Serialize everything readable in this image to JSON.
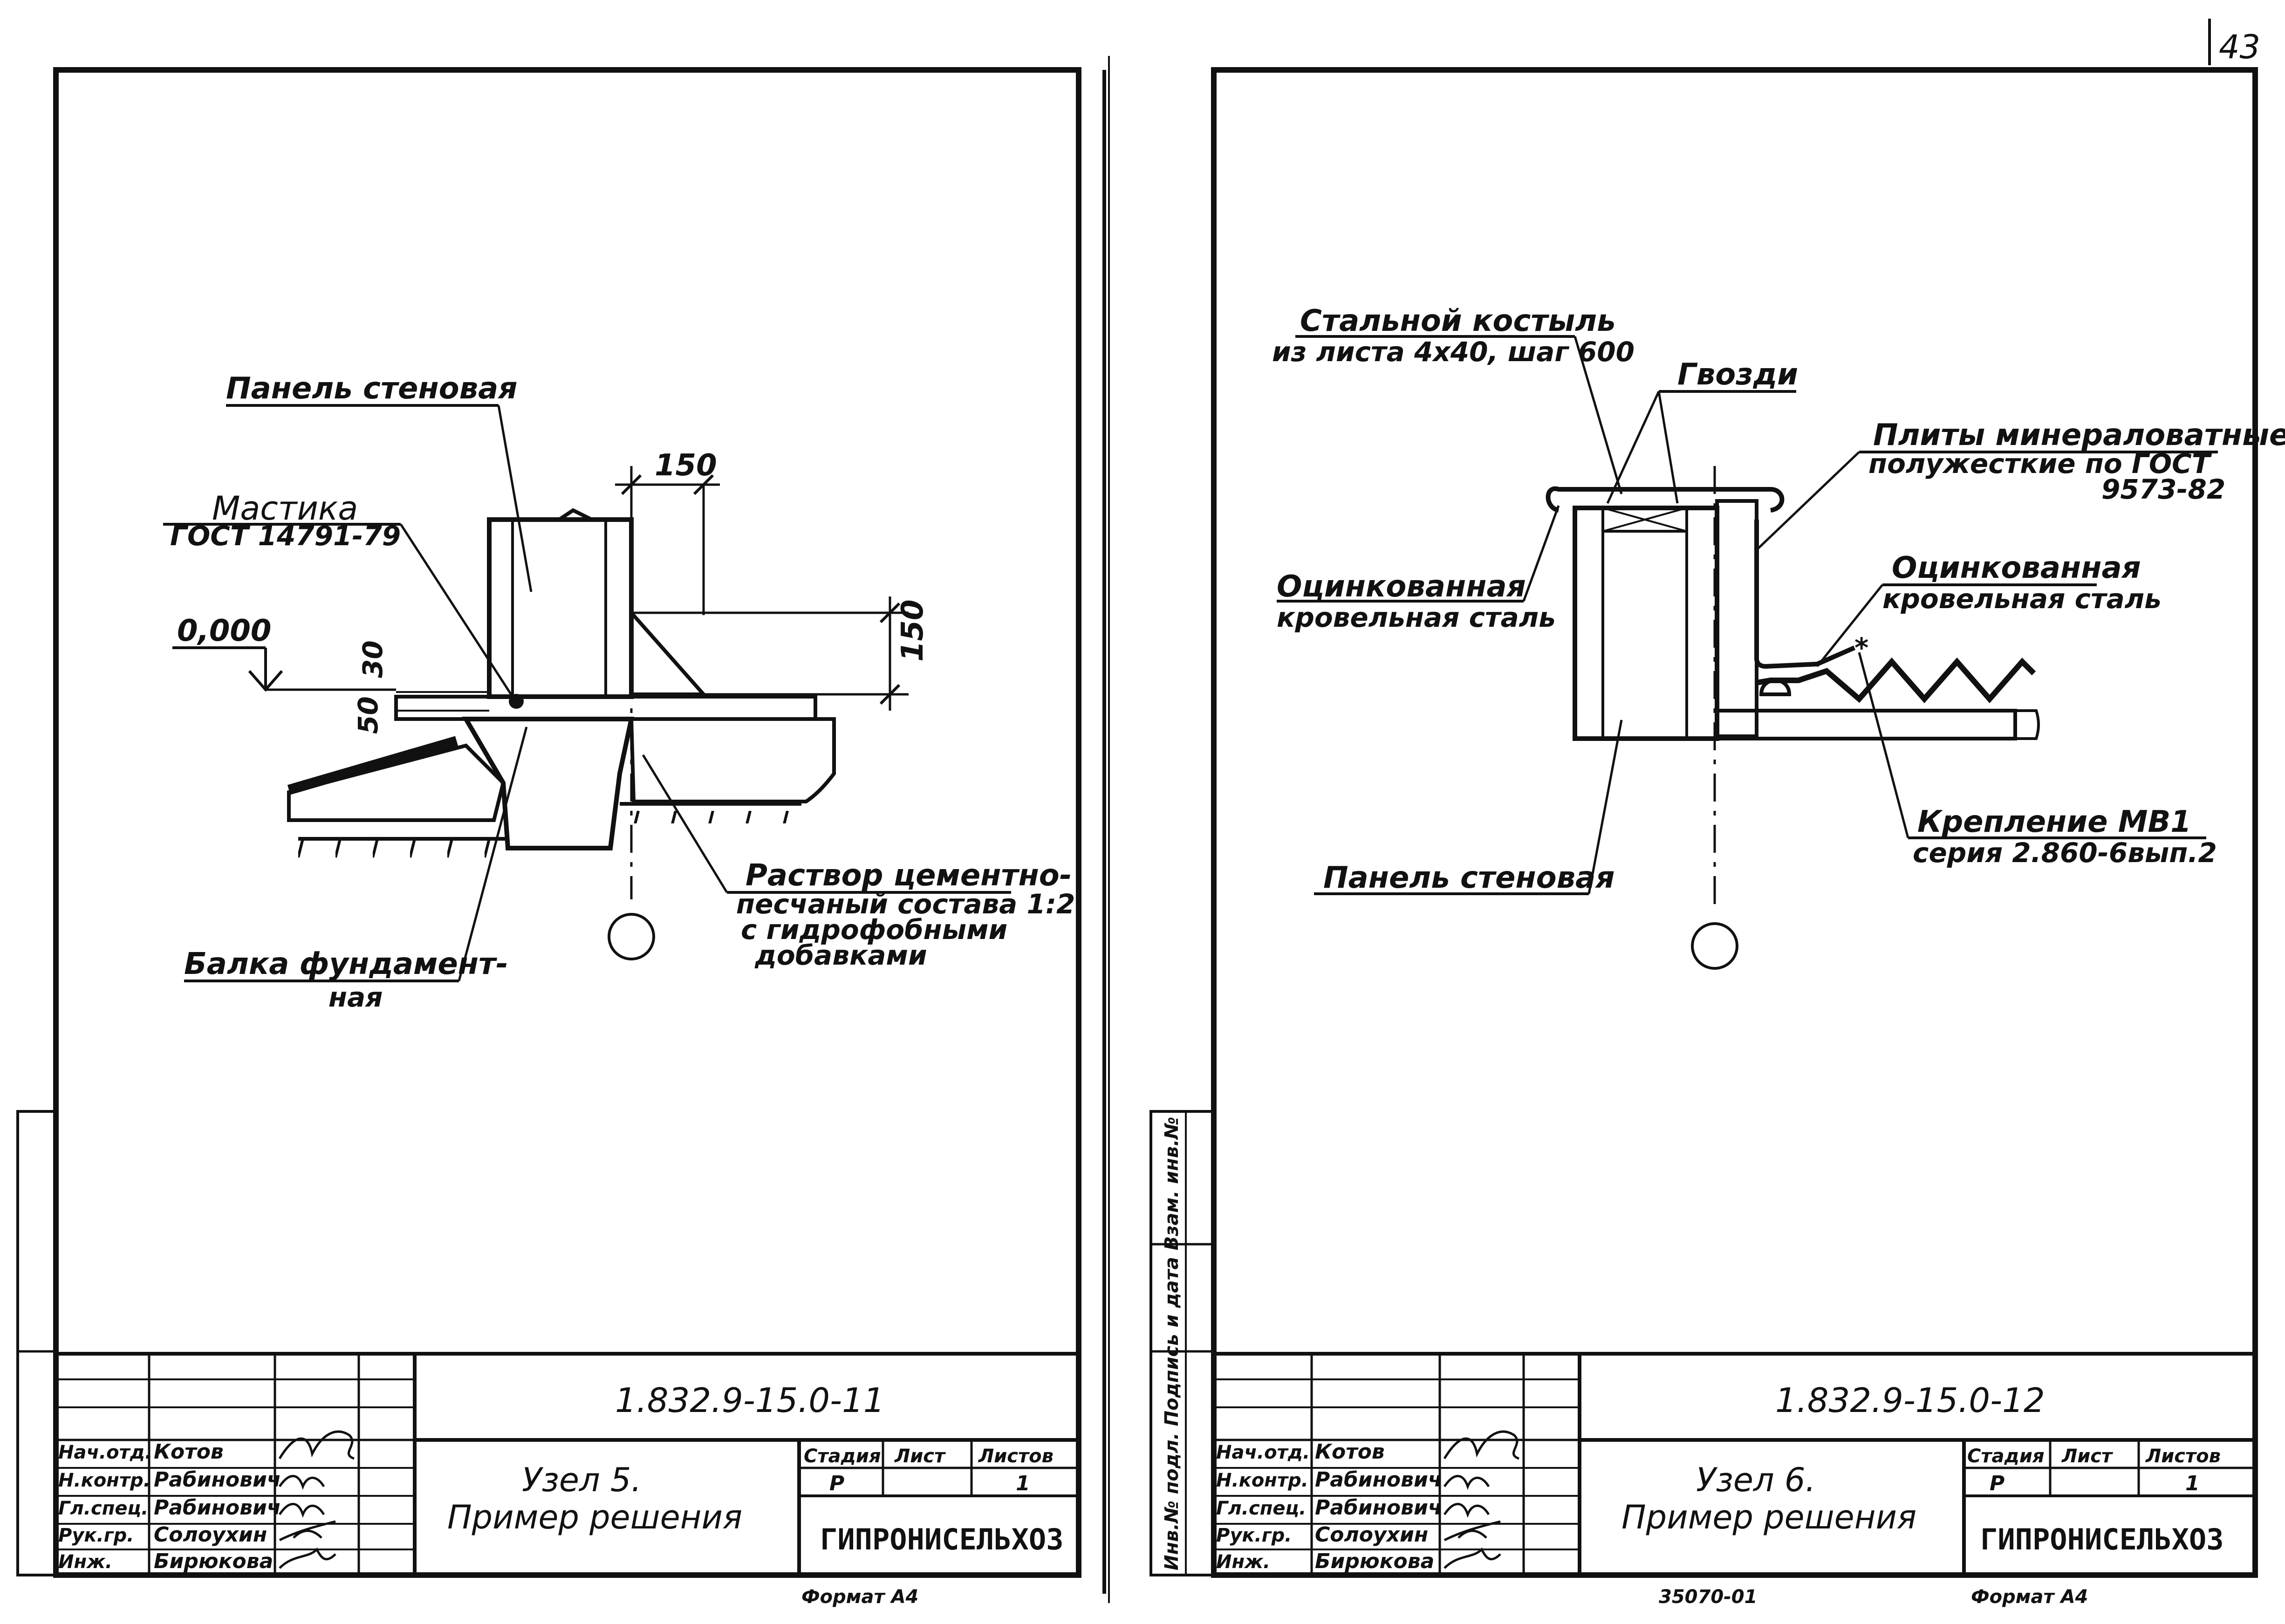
{
  "page_number": "43",
  "left_sheet": {
    "labels": {
      "panel": "Панель стеновая",
      "mastic": "Мастика",
      "mastic_gost": "ГОСТ 14791-79",
      "level": "0,000",
      "dim_150_top": "150",
      "dim_150_right": "150",
      "dim_30": "30",
      "dim_50": "50",
      "mortar_1": "Раствор цементно-",
      "mortar_2": "песчаный состава 1:2",
      "mortar_3": "с гидрофобными",
      "mortar_4": "добавками",
      "beam_1": "Балка фундамент-",
      "beam_2": "ная"
    },
    "title_block": {
      "code": "1.832.9-15.0-11",
      "roles": [
        "Нач.отд.",
        "Н.контр.",
        "Гл.спец.",
        "Рук.гр.",
        "Инж."
      ],
      "names": [
        "Котов",
        "Рабинович",
        "Рабинович",
        "Солоухин",
        "Бирюкова"
      ],
      "title_1": "Узел 5.",
      "title_2": "Пример решения",
      "h_stage": "Стадия",
      "h_sheet": "Лист",
      "h_sheets": "Листов",
      "stage": "Р",
      "sheets": "1",
      "org": "ГИПРОНИСЕЛЬХОЗ",
      "format": "Формат А4"
    }
  },
  "right_sheet": {
    "labels": {
      "crutch_1": "Стальной костыль",
      "crutch_2": "из листа 4х40, шаг 600",
      "nails": "Гвозди",
      "plates_1": "Плиты минераловатные",
      "plates_2": "полужесткие по ГОСТ",
      "plates_3": "9573-82",
      "steel_l1": "Оцинкованная",
      "steel_l2": "кровельная сталь",
      "steel_r1": "Оцинкованная",
      "steel_r2": "кровельная сталь",
      "fix_1": "Крепление МВ1",
      "fix_2": "серия 2.860-6вып.2",
      "panel": "Панель стеновая"
    },
    "title_block": {
      "code": "1.832.9-15.0-12",
      "roles": [
        "Нач.отд.",
        "Н.контр.",
        "Гл.спец.",
        "Рук.гр.",
        "Инж."
      ],
      "names": [
        "Котов",
        "Рабинович",
        "Рабинович",
        "Солоухин",
        "Бирюкова"
      ],
      "title_1": "Узел 6.",
      "title_2": "Пример решения",
      "h_stage": "Стадия",
      "h_sheet": "Лист",
      "h_sheets": "Листов",
      "stage": "Р",
      "sheets": "1",
      "org": "ГИПРОНИСЕЛЬХОЗ",
      "format": "Формат А4"
    }
  },
  "side_stamp": "Инв.№ подл.  Подпись и дата  Взам. инв.№",
  "bottom_code": "35070-01"
}
